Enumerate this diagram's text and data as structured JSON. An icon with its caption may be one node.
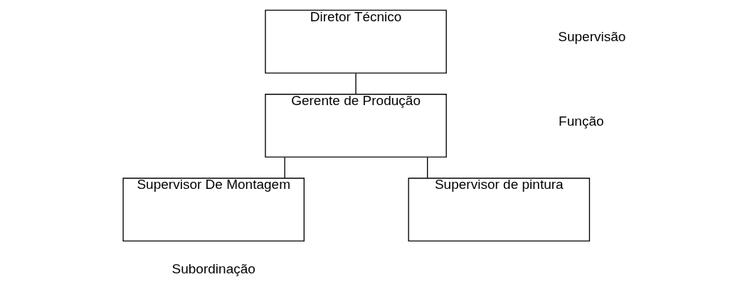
{
  "diagram": {
    "nodes": [
      {
        "text": [
          "Diretor Técnico"
        ]
      },
      {
        "text": [
          "Gerente de Produção"
        ]
      },
      {
        "text": [
          "Supervisor De Montagem"
        ]
      },
      {
        "text": [
          "Supervisor de pintura"
        ]
      }
    ],
    "edges": [
      {
        "from": 0,
        "to": 1,
        "arrow": "none"
      },
      {
        "from": 1,
        "to": 2,
        "arrow": "none"
      },
      {
        "from": 1,
        "to": 3,
        "arrow": "none"
      }
    ],
    "labels": [
      "Supervisão",
      "Função",
      "Subordinação"
    ]
  }
}
